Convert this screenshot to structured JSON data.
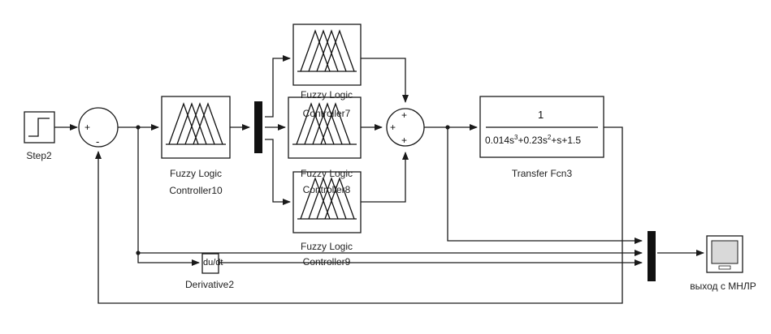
{
  "blocks": {
    "step": {
      "label": "Step2"
    },
    "flc10": {
      "line1": "Fuzzy Logic",
      "line2": "Controller10"
    },
    "flc7": {
      "line1": "Fuzzy Logic",
      "line2": "Controller7"
    },
    "flc8": {
      "line1": "Fuzzy Logic",
      "line2": "Controller8"
    },
    "flc9": {
      "line1": "Fuzzy Logic",
      "line2": "Controller9"
    },
    "derivative": {
      "text": "du/dt",
      "label": "Derivative2"
    },
    "transfer_fcn": {
      "numerator": "1",
      "den_a": "0.014s",
      "den_a_exp": "3",
      "den_b": "+0.23s",
      "den_b_exp": "2",
      "den_c": "+s+1.5",
      "label": "Transfer Fcn3"
    },
    "scope": {
      "label": "выход с МНЛР"
    }
  },
  "sum1": {
    "sign_in": "+",
    "sign_fb": "-"
  },
  "sum2": {
    "sign_top": "+",
    "sign_left": "+",
    "sign_bottom": "+"
  },
  "colors": {
    "line": "#1a1a1a",
    "block_fill": "#ffffff",
    "mux_fill": "#111111",
    "scope_screen": "#d9d9d9"
  }
}
